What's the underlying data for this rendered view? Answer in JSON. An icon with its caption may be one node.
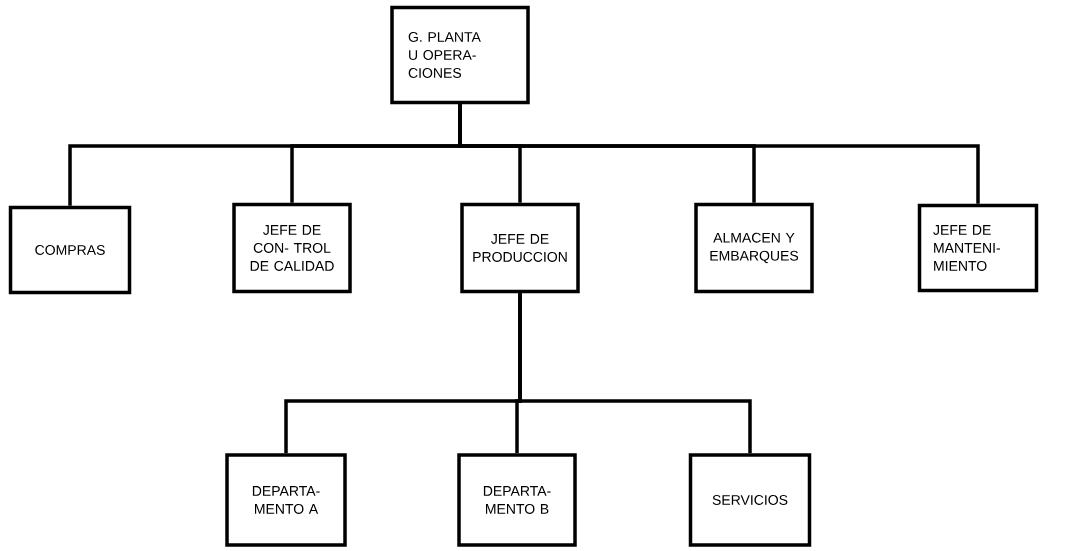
{
  "diagram": {
    "nodes": [
      {
        "text": [
          "G. PLANTA U OPERA- CIONES"
        ]
      },
      {
        "text": [
          "COMPRAS"
        ]
      },
      {
        "text": [
          "JEFE DE CON- TROL DE CALIDAD"
        ]
      },
      {
        "text": [
          "JEFE DE PRODUCCION"
        ]
      },
      {
        "text": [
          "ALMACEN Y EMBARQUES"
        ]
      },
      {
        "text": [
          "JEFE DE MANTENI- MIENTO"
        ]
      },
      {
        "text": [
          "DEPARTA- MENTO A"
        ]
      },
      {
        "text": [
          "DEPARTA- MENTO B"
        ]
      },
      {
        "text": [
          "SERVICIOS"
        ]
      }
    ],
    "edges": [
      {
        "from": 0,
        "to": 1,
        "arrow": "none"
      },
      {
        "from": 0,
        "to": 2,
        "arrow": "none"
      },
      {
        "from": 0,
        "to": 3,
        "arrow": "none"
      },
      {
        "from": 0,
        "to": 4,
        "arrow": "none"
      },
      {
        "from": 0,
        "to": 5,
        "arrow": "none"
      },
      {
        "from": 3,
        "to": 6,
        "arrow": "none"
      },
      {
        "from": 3,
        "to": 7,
        "arrow": "none"
      },
      {
        "from": 3,
        "to": 8,
        "arrow": "none"
      }
    ]
  }
}
